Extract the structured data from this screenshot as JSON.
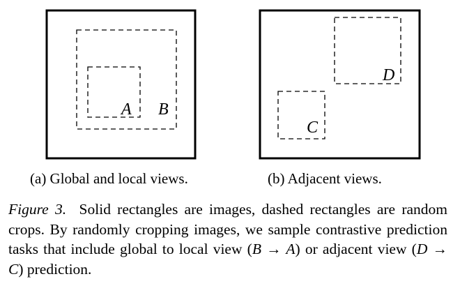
{
  "panels": {
    "a": {
      "label": "(a) Global and local views.",
      "crops": {
        "inner": "A",
        "outer": "B"
      }
    },
    "b": {
      "label": "(b) Adjacent views.",
      "crops": {
        "top_right": "D",
        "bottom_left": "C"
      }
    }
  },
  "caption": {
    "figure_label": "Figure 3.",
    "line1": "Solid rectangles are images, dashed rectangles are random crops. By randomly cropping images, we sample contrastive prediction tasks that include global to local view (",
    "math1": "B → A",
    "line2": ") or adjacent view (",
    "math2": "D → C",
    "line3": ") prediction."
  }
}
